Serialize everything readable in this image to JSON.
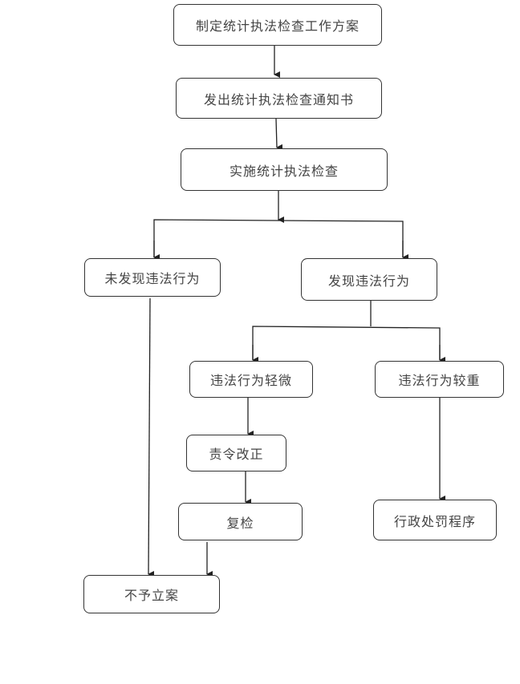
{
  "nodes": {
    "plan": "制定统计执法检查工作方案",
    "notice": "发出统计执法检查通知书",
    "inspect": "实施统计执法检查",
    "no_violation": "未发现违法行为",
    "violation": "发现违法行为",
    "minor": "违法行为轻微",
    "serious": "违法行为较重",
    "correct": "责令改正",
    "recheck": "复检",
    "penalty": "行政处罚程序",
    "no_case": "不予立案"
  },
  "colors": {
    "line": "#222222",
    "text": "#444444"
  }
}
